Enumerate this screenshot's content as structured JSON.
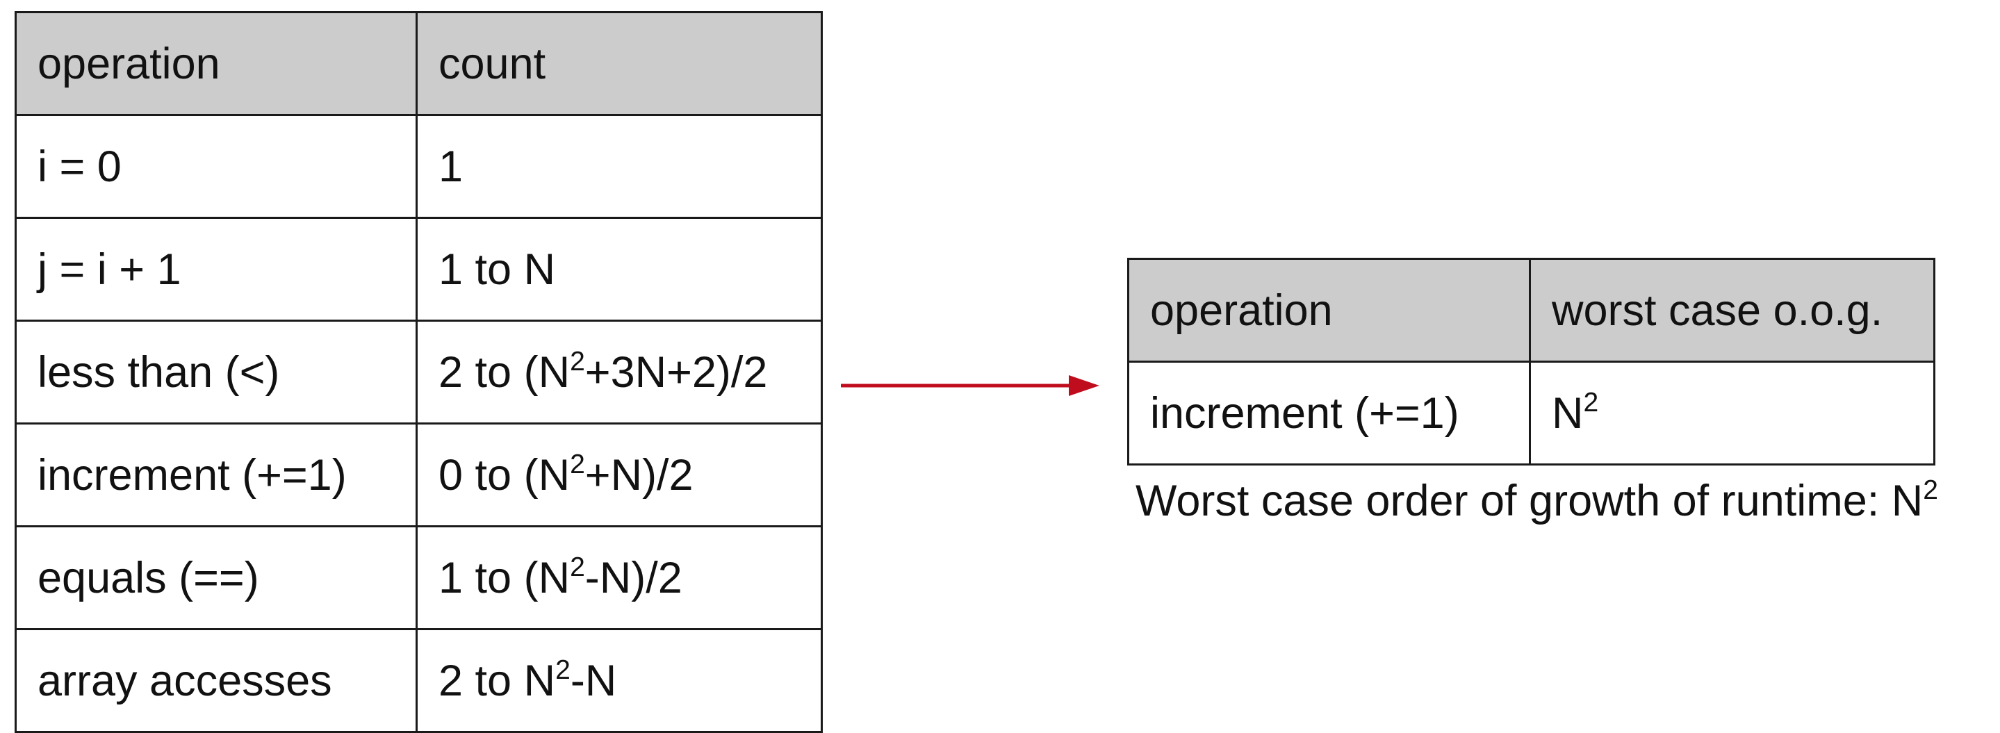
{
  "left_table": {
    "headers": [
      "operation",
      "count"
    ],
    "rows": [
      {
        "operation": "i = 0",
        "count": [
          {
            "t": "1"
          }
        ]
      },
      {
        "operation": "j = i + 1",
        "count": [
          {
            "t": "1 to N"
          }
        ]
      },
      {
        "operation": "less than (<)",
        "count": [
          {
            "t": "2 to (N"
          },
          {
            "sup": "2"
          },
          {
            "t": "+3N+2)/2"
          }
        ]
      },
      {
        "operation": "increment (+=1)",
        "count": [
          {
            "t": "0 to (N"
          },
          {
            "sup": "2"
          },
          {
            "t": "+N)/2"
          }
        ]
      },
      {
        "operation": "equals (==)",
        "count": [
          {
            "t": "1 to (N"
          },
          {
            "sup": "2"
          },
          {
            "t": "-N)/2"
          }
        ]
      },
      {
        "operation": "array accesses",
        "count": [
          {
            "t": "2 to N"
          },
          {
            "sup": "2"
          },
          {
            "t": "-N"
          }
        ]
      }
    ]
  },
  "right_table": {
    "headers": [
      "operation",
      "worst case o.o.g."
    ],
    "rows": [
      {
        "operation": "increment (+=1)",
        "value": [
          {
            "t": "N"
          },
          {
            "sup": "2"
          }
        ]
      }
    ]
  },
  "caption": [
    {
      "t": "Worst case order of growth of runtime: N"
    },
    {
      "sup": "2"
    }
  ],
  "colors": {
    "header_bg": "#cccccc",
    "border": "#1a1a1a",
    "arrow": "#c00d1e"
  }
}
